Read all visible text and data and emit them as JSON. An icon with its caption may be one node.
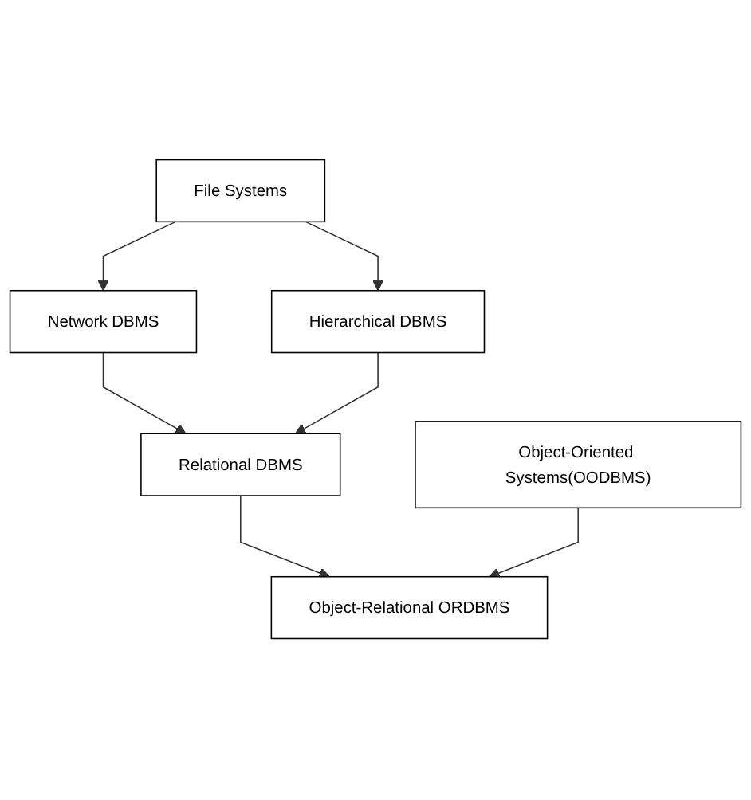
{
  "diagram": {
    "nodes": [
      {
        "text": [
          "File Systems"
        ]
      },
      {
        "text": [
          "Network DBMS"
        ]
      },
      {
        "text": [
          "Hierarchical DBMS"
        ]
      },
      {
        "text": [
          "Relational DBMS"
        ]
      },
      {
        "text": [
          "Object-Oriented Systems(OODBMS)"
        ]
      },
      {
        "text": [
          "Object-Relational ORDBMS"
        ]
      }
    ],
    "edges": [
      {
        "from": 0,
        "to": 1,
        "arrow": "to"
      },
      {
        "from": 0,
        "to": 2,
        "arrow": "to"
      },
      {
        "from": 1,
        "to": 3,
        "arrow": "to"
      },
      {
        "from": 2,
        "to": 3,
        "arrow": "to"
      },
      {
        "from": 3,
        "to": 5,
        "arrow": "to"
      },
      {
        "from": 4,
        "to": 5,
        "arrow": "to"
      }
    ]
  }
}
